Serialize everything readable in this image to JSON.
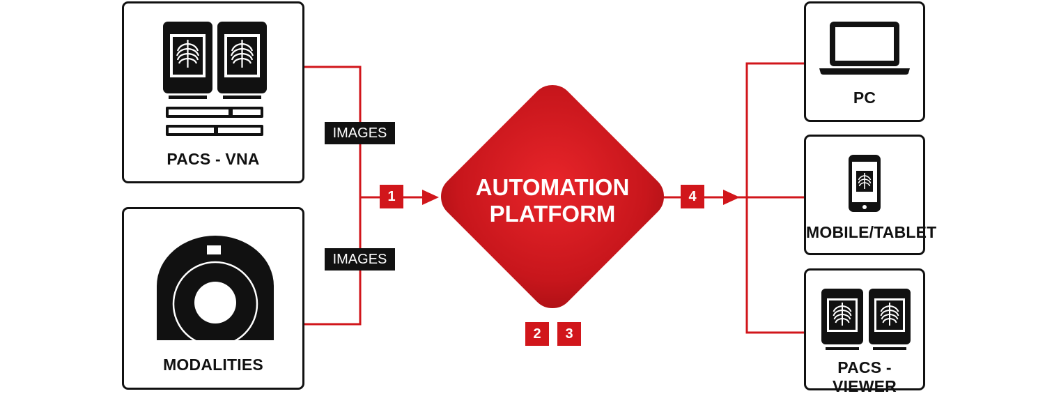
{
  "colors": {
    "accent": "#d1161b",
    "ink": "#111111",
    "background": "#ffffff"
  },
  "sources": [
    {
      "label": "PACS - VNA",
      "icon": "pacs-monitors-icon"
    },
    {
      "label": "MODALITIES",
      "icon": "ct-scanner-icon"
    }
  ],
  "flow_tags": [
    "IMAGES",
    "IMAGES"
  ],
  "platform": {
    "line1": "AUTOMATION",
    "line2": "PLATFORM"
  },
  "steps": [
    "1",
    "2",
    "3",
    "4"
  ],
  "destinations": [
    {
      "label": "PC",
      "icon": "laptop-icon"
    },
    {
      "label": "MOBILE/TABLET",
      "icon": "smartphone-icon"
    },
    {
      "label": "PACS - VIEWER",
      "icon": "pacs-viewer-icon"
    }
  ]
}
